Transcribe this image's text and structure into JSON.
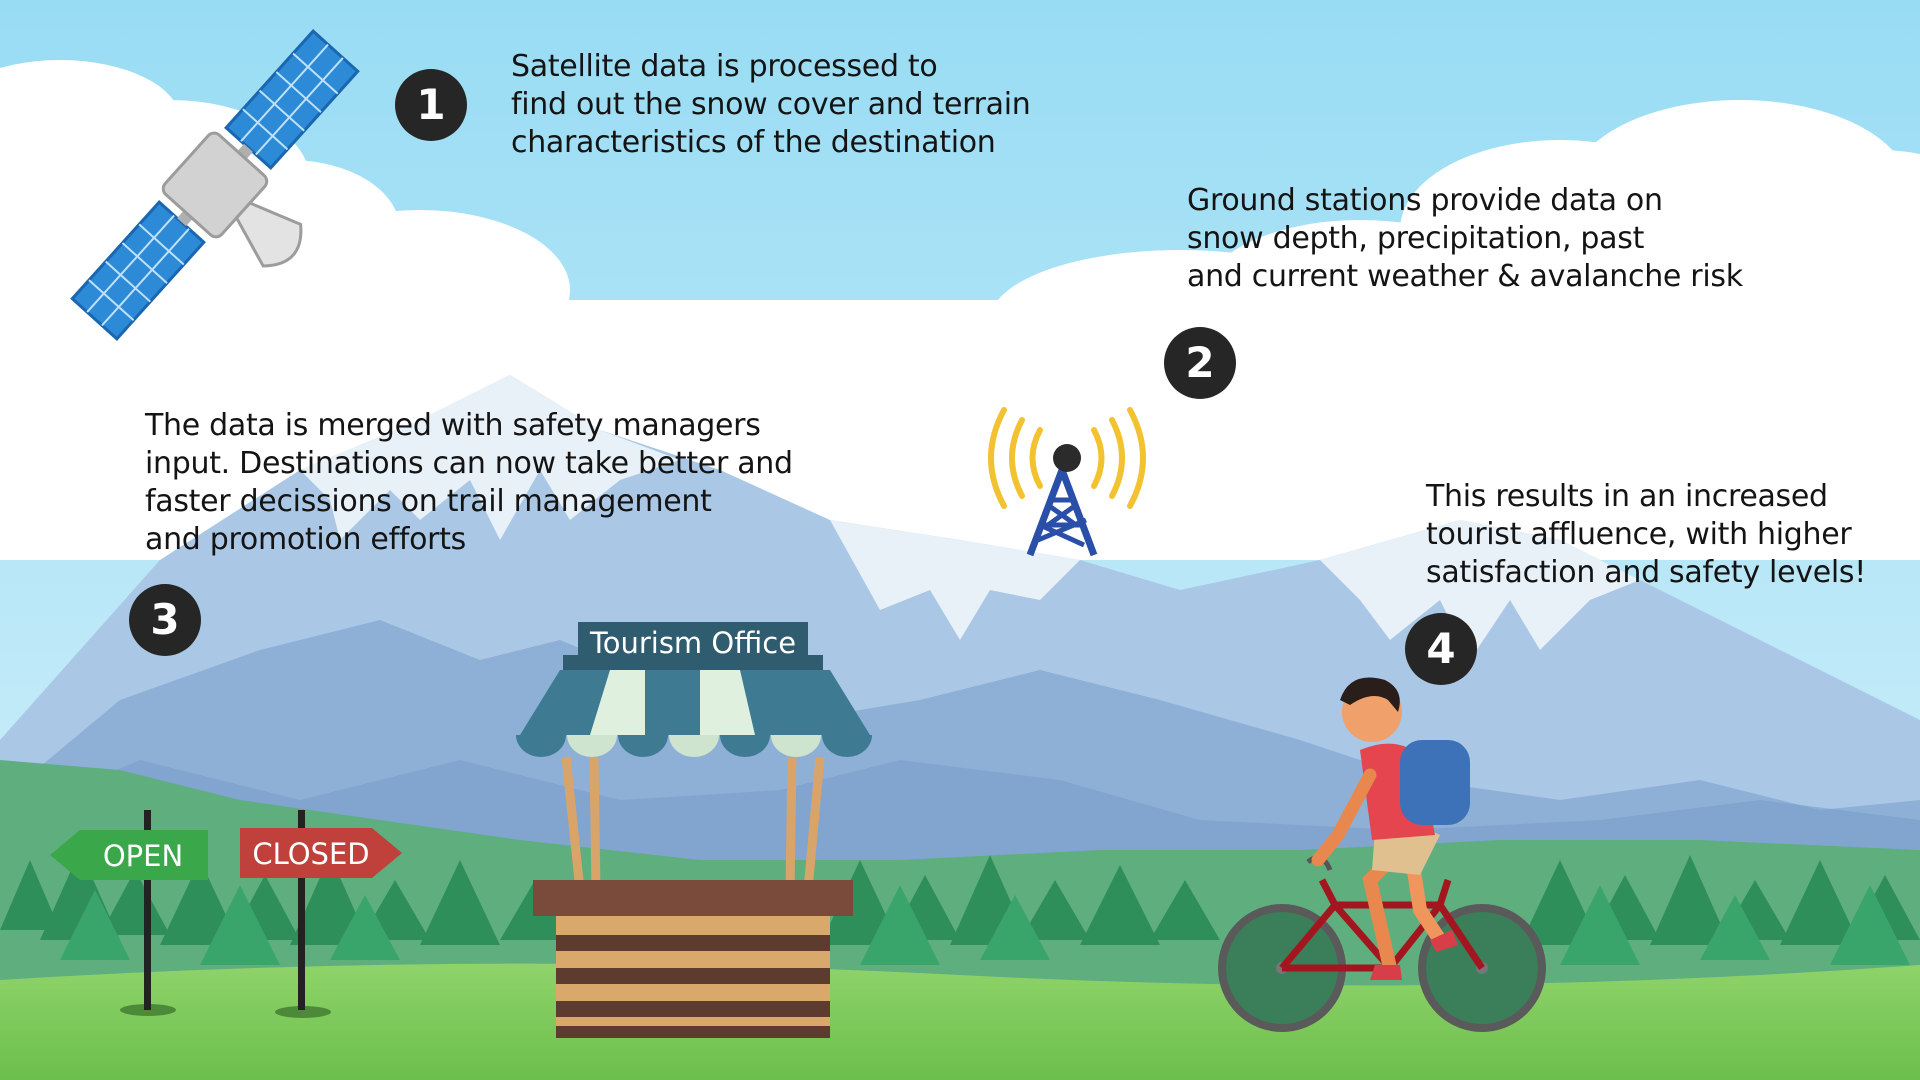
{
  "steps": [
    {
      "number": "1",
      "lines": [
        "Satellite data is processed to",
        "find out the snow cover and terrain",
        "characteristics of the destination"
      ]
    },
    {
      "number": "2",
      "lines": [
        "Ground stations provide data on",
        "snow depth, precipitation, past",
        "and current weather & avalanche risk"
      ]
    },
    {
      "number": "3",
      "lines": [
        "The data is merged with safety managers",
        "input. Destinations can now take better and",
        "faster decissions on trail management",
        "and promotion efforts"
      ]
    },
    {
      "number": "4",
      "lines": [
        "This results in an increased",
        "tourist affluence, with higher",
        "satisfaction and  safety levels!"
      ]
    }
  ],
  "office": {
    "label": "Tourism Office"
  },
  "signs": {
    "open": "OPEN",
    "closed": "CLOSED"
  },
  "icons": [
    "satellite-icon",
    "radio-tower-icon",
    "tourism-office-stall-icon",
    "cyclist-icon",
    "open-sign-icon",
    "closed-sign-icon"
  ],
  "colors": {
    "sky": "#a9e3f5",
    "badge": "#262626",
    "office_banner": "#2f5c6e",
    "open_sign": "#3aa84a",
    "closed_sign": "#c0413b",
    "signal": "#f2c230",
    "tower": "#2a4fa8",
    "grass": "#7ccb57"
  }
}
